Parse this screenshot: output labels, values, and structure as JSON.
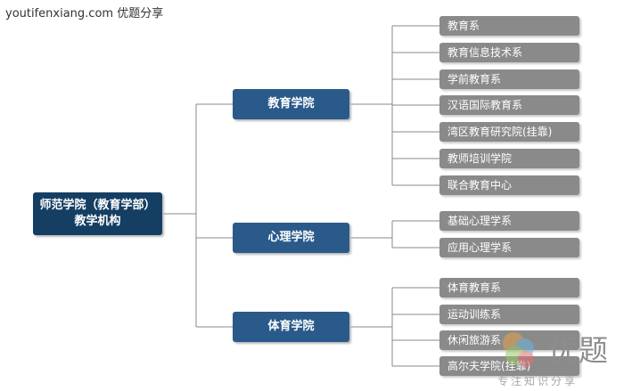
{
  "watermark_top": "youtifenxiang.com 优题分享",
  "root": {
    "line1": "师范学院（教育学部）",
    "line2": "教学机构"
  },
  "colleges": [
    {
      "name": "教育学院",
      "departments": [
        "教育系",
        "教育信息技术系",
        "学前教育系",
        "汉语国际教育系",
        "湾区教育研究院(挂靠)",
        "教师培训学院",
        "联合教育中心"
      ]
    },
    {
      "name": "心理学院",
      "departments": [
        "基础心理学系",
        "应用心理学系"
      ]
    },
    {
      "name": "体育学院",
      "departments": [
        "体育教育系",
        "运动训练系",
        "休闲旅游系",
        "高尔夫学院(挂靠)"
      ]
    }
  ],
  "logo": {
    "name": "优题",
    "tagline": "专注知识分享"
  }
}
